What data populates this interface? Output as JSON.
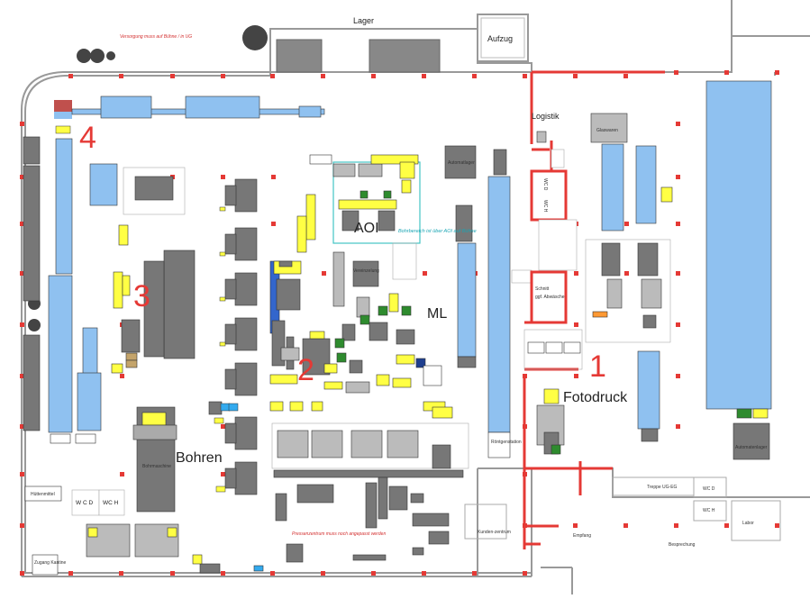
{
  "labels": {
    "lager": "Lager",
    "aufzug": "Aufzug",
    "logistik": "Logistik",
    "aoi": "AOI",
    "ml": "ML",
    "fotodruck": "Fotodruck",
    "bohren": "Bohren",
    "wc_d_left": "W C D",
    "wc_h_left": "WC H",
    "wc_d_right": "WC D",
    "wc_h_right": "WC H",
    "huettenmittel": "Hüttenmittel",
    "zugang_kantine": "Zugang Kantine",
    "versorgung_note": "Versorgung muss auf Bühne / in UG",
    "bohrbereich_note": "Bohrbereich ist über AOI auf Bühne",
    "pressenzentrum_note": "Pressenzentrum muss noch angepasst werden",
    "treppe": "Treppe UG-EG",
    "labor": "Labor",
    "empfang": "Empfang",
    "besprechung": "Besprechung",
    "kundenzentrum": "Kunden-zentrum",
    "wcd_vert": "WC D",
    "wch_vert": "WC H",
    "schnitt": "Schnitt",
    "abwaesche": "ggf. Abwäsche",
    "roentgen": "Röntgenstation",
    "bohrmaschine": "Bohrmaschine",
    "automatlager": "Automatlager",
    "automatenlager_r": "Automatenlager",
    "glaswaren": "Glaswaren",
    "vereinzelung": "Vereinzelung"
  },
  "zones": [
    "1",
    "2",
    "3",
    "4"
  ]
}
